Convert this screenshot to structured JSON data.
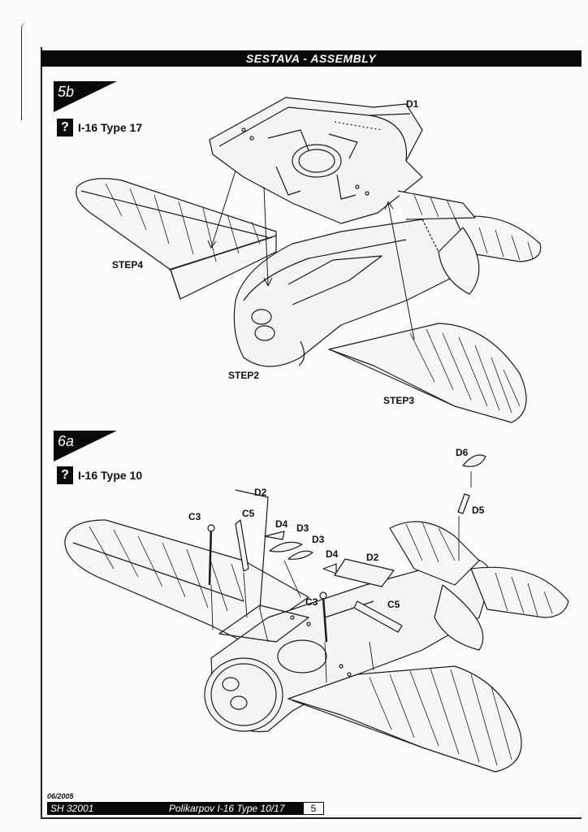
{
  "header": {
    "title": "SESTAVA - ASSEMBLY"
  },
  "steps": [
    {
      "number": "5b",
      "variant": "I-16 Type 17",
      "help_icon": "question-mark-icon"
    },
    {
      "number": "6a",
      "variant": "I-16 Type 10",
      "help_icon": "question-mark-icon"
    }
  ],
  "callouts_5b": {
    "d1": "D1",
    "step4": "STEP4",
    "step2": "STEP2",
    "step3": "STEP3"
  },
  "callouts_6a": {
    "d6": "D6",
    "d5": "D5",
    "d2_left": "D2",
    "c3_left": "C3",
    "c5_left": "C5",
    "d4_left": "D4",
    "d3_top": "D3",
    "d3_mid": "D3",
    "d4_right": "D4",
    "d2_right": "D2",
    "c3_right": "C3",
    "c5_right": "C5"
  },
  "footer": {
    "date": "06/2005",
    "code": "SH 32001",
    "title": "Polikarpov I-16 Type 10/17",
    "page": "5"
  }
}
